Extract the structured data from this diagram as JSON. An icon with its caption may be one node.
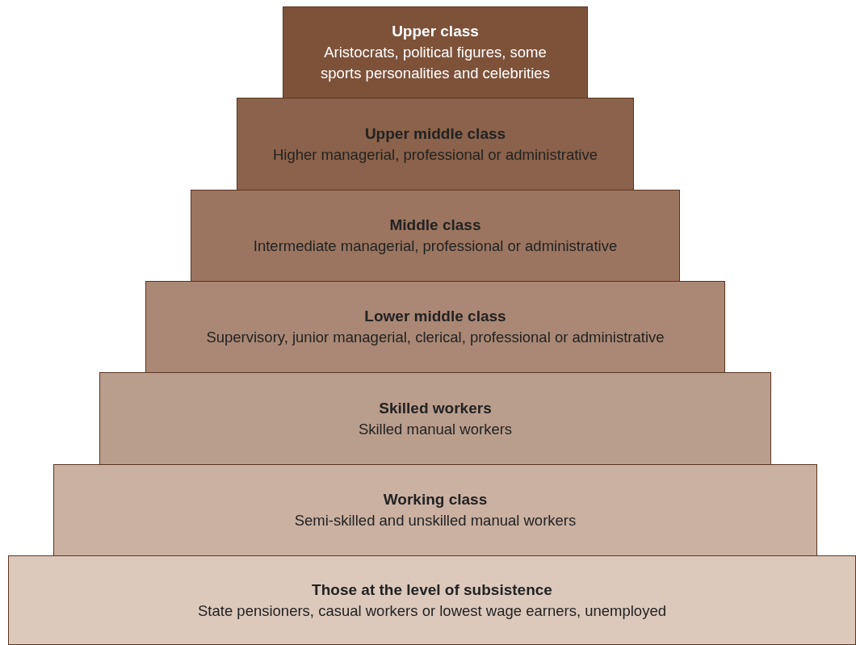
{
  "diagram": {
    "nodes": [
      {
        "text": [
          "Upper class",
          "Aristocrats, political figures, some sports personalities and celebrities"
        ]
      },
      {
        "text": [
          "Upper middle class",
          "Higher managerial, professional or administrative"
        ]
      },
      {
        "text": [
          "Middle class",
          "Intermediate managerial, professional or administrative"
        ]
      },
      {
        "text": [
          "Lower middle class",
          "Supervisory, junior managerial, clerical, professional or administrative"
        ]
      },
      {
        "text": [
          "Skilled workers",
          "Skilled manual workers"
        ]
      },
      {
        "text": [
          "Working class",
          "Semi-skilled and unskilled manual workers"
        ]
      },
      {
        "text": [
          "Those at the level of subsistence",
          "State pensioners, casual workers or lowest wage earners, unemployed"
        ]
      }
    ]
  }
}
